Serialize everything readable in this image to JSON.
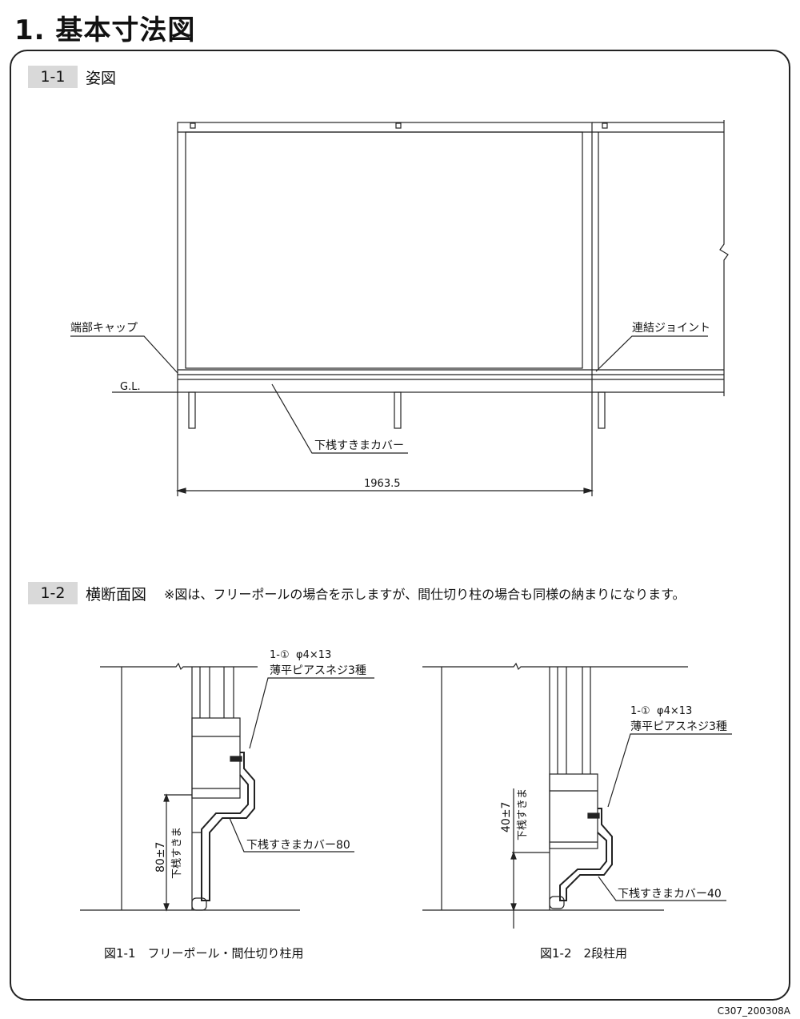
{
  "title": "1. 基本寸法図",
  "section1": {
    "number": "1-1",
    "name": "姿図",
    "labels": {
      "end_cap": "端部キャップ",
      "joint": "連結ジョイント",
      "gl": "G.L.",
      "cover": "下桟すきまカバー",
      "width": "1963.5"
    }
  },
  "section2": {
    "number": "1-2",
    "name": "横断面図",
    "note": "※図は、フリーポールの場合を示しますが、間仕切り柱の場合も同様の納まりになります。",
    "fig1": {
      "screw_ref": "1-①",
      "screw_size": "φ4×13",
      "screw_name": "薄平ピアスネジ3種",
      "dim": "80±7",
      "dim_label": "下桟すきま",
      "cover": "下桟すきまカバー80",
      "caption": "図1-1　フリーポール・間仕切り柱用"
    },
    "fig2": {
      "screw_ref": "1-①",
      "screw_size": "φ4×13",
      "screw_name": "薄平ピアスネジ3種",
      "dim": "40±7",
      "dim_label": "下桟すきま",
      "cover": "下桟すきまカバー40",
      "caption": "図1-2　2段柱用"
    }
  },
  "footer": "C307_200308A"
}
